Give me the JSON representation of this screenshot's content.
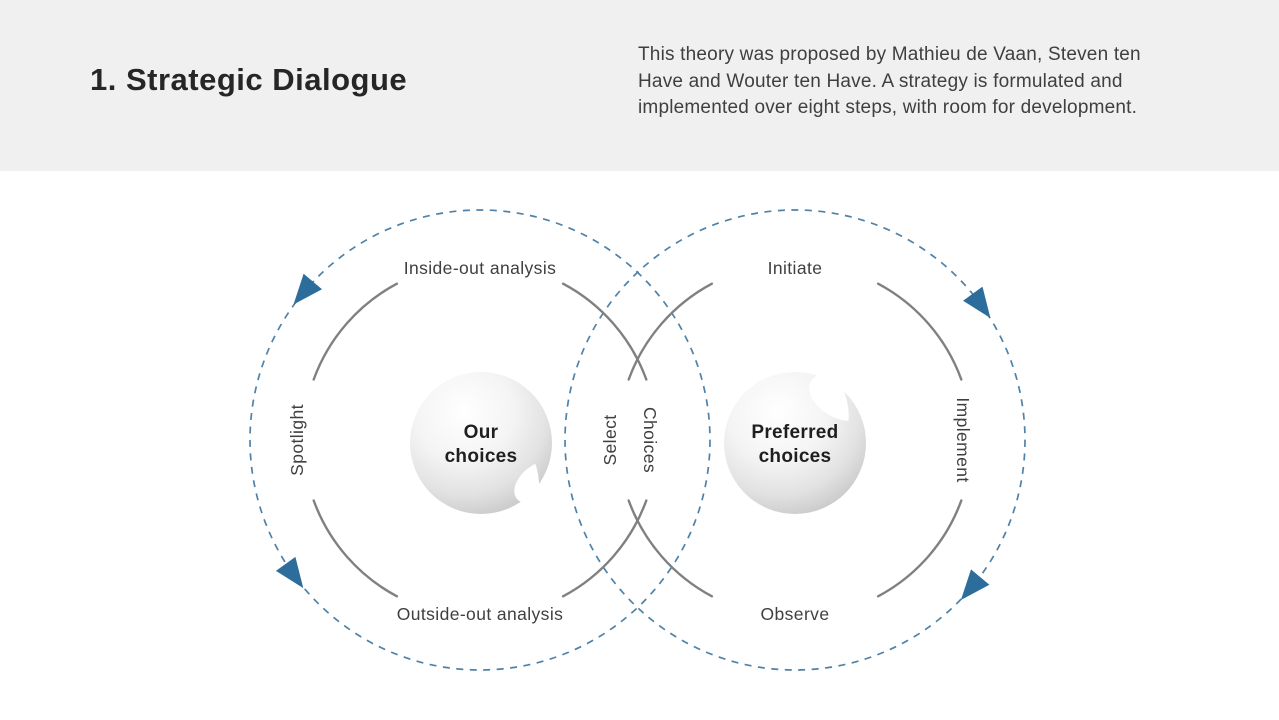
{
  "header": {
    "title": "1. Strategic Dialogue",
    "description": "This theory was proposed by Mathieu de Vaan, Steven ten Have and Wouter ten Have. A strategy is formulated and implemented over eight steps, with room for development."
  },
  "diagram": {
    "left_circle": {
      "top_label": "Inside-out analysis",
      "side_label": "Spotlight",
      "bottom_label": "Outside-out analysis",
      "inner_label": "Choices",
      "sphere_line1": "Our",
      "sphere_line2": "choices"
    },
    "right_circle": {
      "top_label": "Initiate",
      "side_label": "Implement",
      "bottom_label": "Observe",
      "inner_label": "Select",
      "sphere_line1": "Preferred",
      "sphere_line2": "choices"
    },
    "colors": {
      "header_bg": "#f0f0f0",
      "title": "#262626",
      "body": "#3f3f3f",
      "dash": "#4f82a8",
      "arrow": "#2d6d9b",
      "arc": "#808080",
      "label": "#3f3f3f",
      "sphere_text": "#1f1f1f"
    }
  }
}
